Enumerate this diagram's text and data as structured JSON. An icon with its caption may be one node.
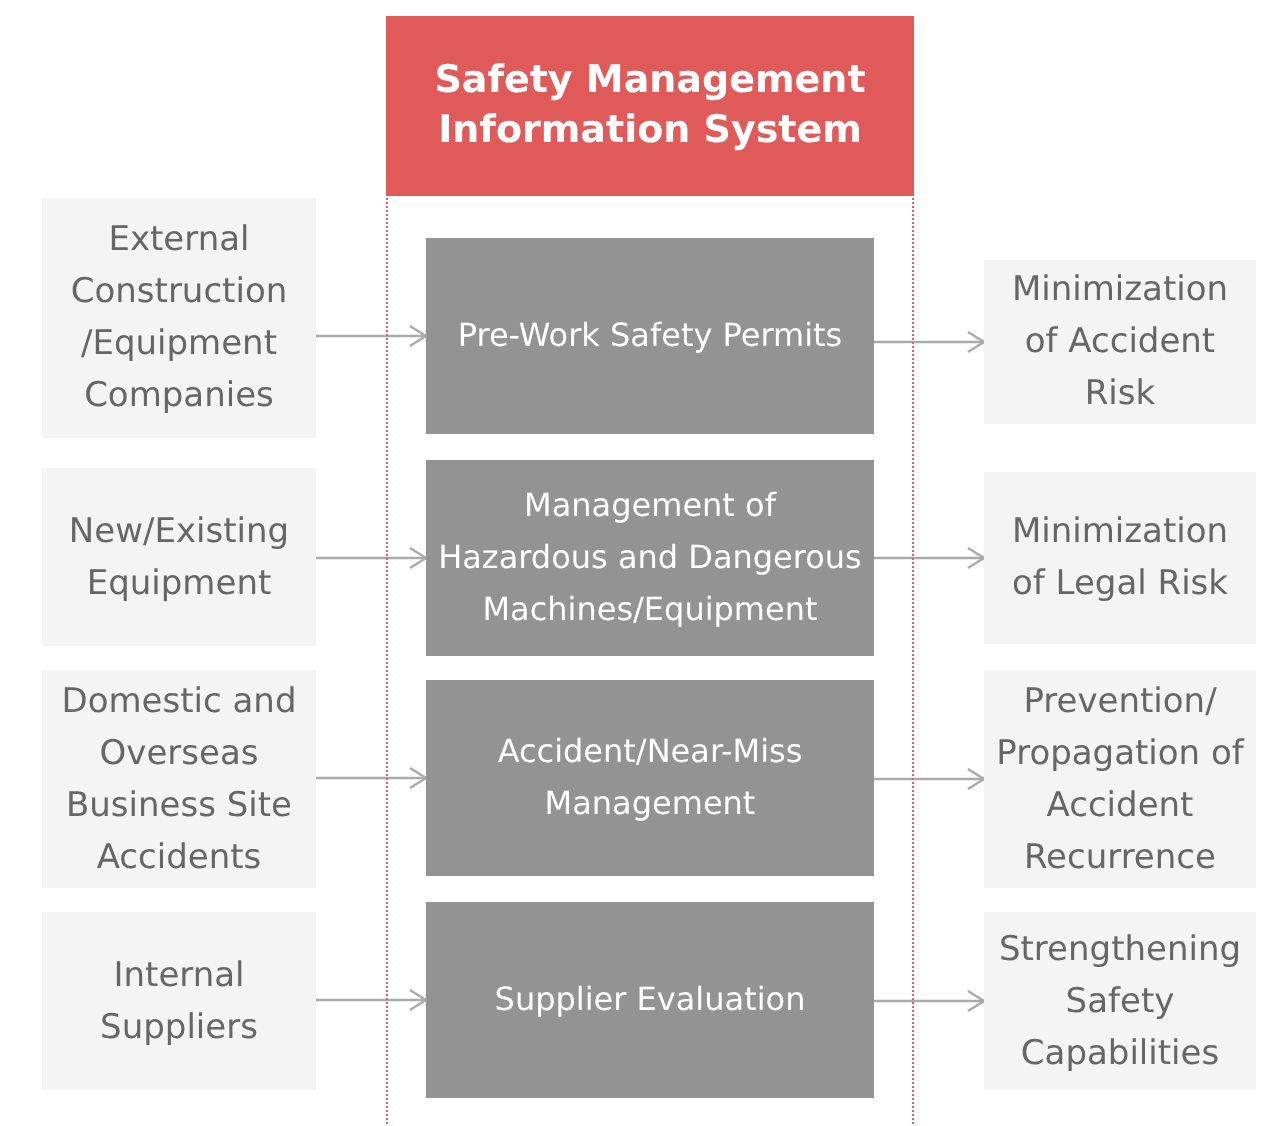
{
  "diagram": {
    "nodes": [
      {
        "text": [
          "Safety Management Information System"
        ]
      },
      {
        "text": [
          "External Construction /Equipment Companies"
        ]
      },
      {
        "text": [
          "Pre-Work Safety Permits"
        ],
        "in": 0
      },
      {
        "text": [
          "Minimization of Accident Risk"
        ]
      },
      {
        "text": [
          "New/Existing Equipment"
        ]
      },
      {
        "text": [
          "Management of Hazardous and Dangerous Machines/Equipment"
        ],
        "in": 0
      },
      {
        "text": [
          "Minimization of Legal Risk"
        ]
      },
      {
        "text": [
          "Domestic and Overseas Business Site Accidents"
        ]
      },
      {
        "text": [
          "Accident/Near-Miss Management"
        ],
        "in": 0
      },
      {
        "text": [
          "Prevention/ Propagation of Accident Recurrence"
        ]
      },
      {
        "text": [
          "Internal Suppliers"
        ]
      },
      {
        "text": [
          "Supplier Evaluation"
        ],
        "in": 0
      },
      {
        "text": [
          "Strengthening Safety Capabilities"
        ]
      }
    ],
    "edges": [
      {
        "from": 1,
        "to": 2,
        "arrow": "to"
      },
      {
        "from": 2,
        "to": 3,
        "arrow": "to"
      },
      {
        "from": 4,
        "to": 5,
        "arrow": "to"
      },
      {
        "from": 5,
        "to": 6,
        "arrow": "to"
      },
      {
        "from": 7,
        "to": 8,
        "arrow": "to"
      },
      {
        "from": 8,
        "to": 9,
        "arrow": "to"
      },
      {
        "from": 10,
        "to": 11,
        "arrow": "to"
      },
      {
        "from": 11,
        "to": 12,
        "arrow": "to"
      }
    ]
  }
}
